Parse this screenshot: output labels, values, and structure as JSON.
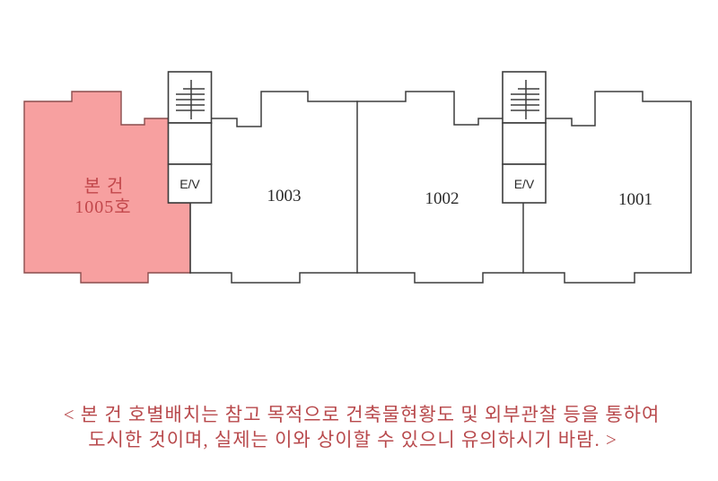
{
  "colors": {
    "background": "#ffffff",
    "outline": "#3d3d3d",
    "highlight_fill": "#f7a0a0",
    "highlight_stroke": "#8b4d4d",
    "highlight_text": "#c2474b",
    "unit_text": "#2a2a2a",
    "caption_text": "#b8494c"
  },
  "floorplan": {
    "highlight_unit": {
      "name_line": "본 건",
      "number_line": "1005호"
    },
    "units": [
      {
        "label": "1003"
      },
      {
        "label": "1002"
      },
      {
        "label": "1001"
      }
    ],
    "elevator_label": "E/V"
  },
  "caption": {
    "line1": "<  본 건 호별배치는 참고 목적으로 건축물현황도 및 외부관찰 등을 통하여",
    "line2": "도시한 것이며, 실제는 이와 상이할 수 있으니 유의하시기 바람. >"
  }
}
